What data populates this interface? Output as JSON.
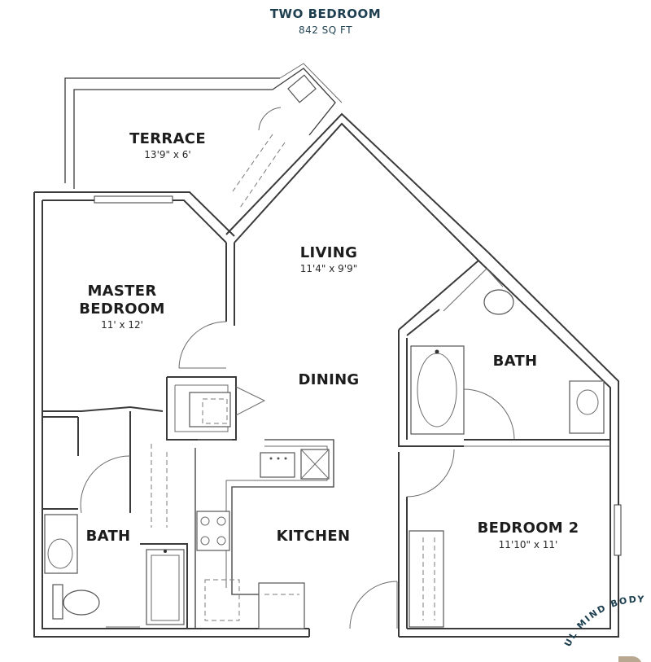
{
  "header": {
    "title": "TWO BEDROOM",
    "area": "842 SQ FT"
  },
  "rooms": {
    "terrace": {
      "name": "TERRACE",
      "dims": "13'9\" x 6'"
    },
    "living": {
      "name": "LIVING",
      "dims": "11'4\" x 9'9\""
    },
    "master": {
      "name_line1": "MASTER",
      "name_line2": "BEDROOM",
      "dims": "11' x 12'"
    },
    "dining": {
      "name": "DINING"
    },
    "bath_right": {
      "name": "BATH"
    },
    "bath_left": {
      "name": "BATH"
    },
    "kitchen": {
      "name": "KITCHEN"
    },
    "bedroom2": {
      "name": "BEDROOM 2",
      "dims": "11'10\" x 11'"
    }
  },
  "brand": {
    "curved_text": "UL MIND BODY"
  }
}
